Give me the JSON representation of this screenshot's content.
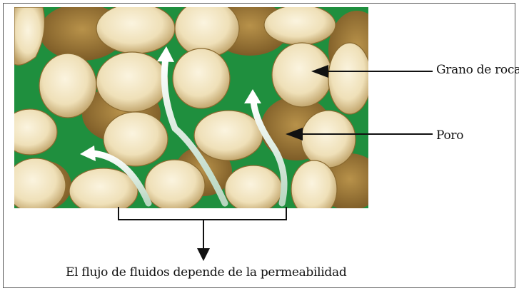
{
  "labels": {
    "grain": "Grano de roca",
    "pore": "Poro",
    "caption": "El flujo de fluidos depende de la permeabilidad"
  },
  "colors": {
    "pore_fluid": "#1f8f3e",
    "grain_light": "#f3e7c6",
    "grain_dark": "#c9b27d",
    "background_grains": "#8a6a30",
    "flow_arrow": "#ffffff",
    "pointer": "#111111"
  },
  "icons": {
    "flow_arrows": "curved-up-arrow-icon",
    "pointer": "left-arrow-icon"
  }
}
